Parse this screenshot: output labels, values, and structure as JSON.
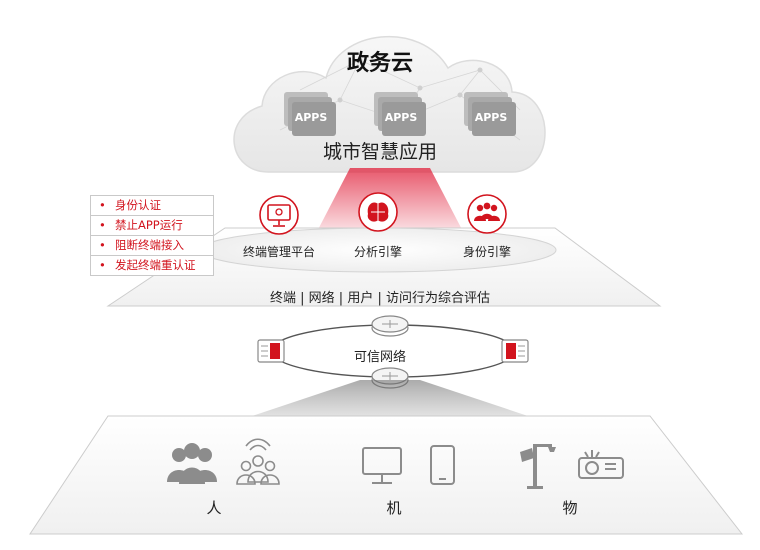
{
  "cloud": {
    "title": "政务云",
    "subtitle": "城市智慧应用",
    "apps": [
      "APPS",
      "APPS",
      "APPS"
    ]
  },
  "actions": [
    {
      "bullet": "•",
      "text": "身份认证"
    },
    {
      "bullet": "•",
      "text": "禁止APP运行"
    },
    {
      "bullet": "•",
      "text": "阻断终端接入"
    },
    {
      "bullet": "•",
      "text": "发起终端重认证"
    }
  ],
  "engines": [
    {
      "label": "终端管理平台",
      "icon": "terminal-management-icon"
    },
    {
      "label": "分析引擎",
      "icon": "brain-analysis-icon"
    },
    {
      "label": "身份引擎",
      "icon": "user-group-icon"
    }
  ],
  "evaluation": "终端 | 网络 | 用户 | 访问行为综合评估",
  "network": {
    "label": "可信网络",
    "icons": [
      "router-icon",
      "router-icon",
      "firewall-icon",
      "firewall-icon"
    ]
  },
  "categories": [
    {
      "label": "人",
      "icons": [
        "people-group-icon",
        "people-wireless-icon"
      ]
    },
    {
      "label": "机",
      "icons": [
        "monitor-icon",
        "phone-icon"
      ]
    },
    {
      "label": "物",
      "icons": [
        "camera-streetlight-icon",
        "projector-icon"
      ]
    }
  ],
  "colors": {
    "accent": "#d2141e",
    "gray_icon": "#8c8c8c",
    "line": "#c8c8c8"
  }
}
